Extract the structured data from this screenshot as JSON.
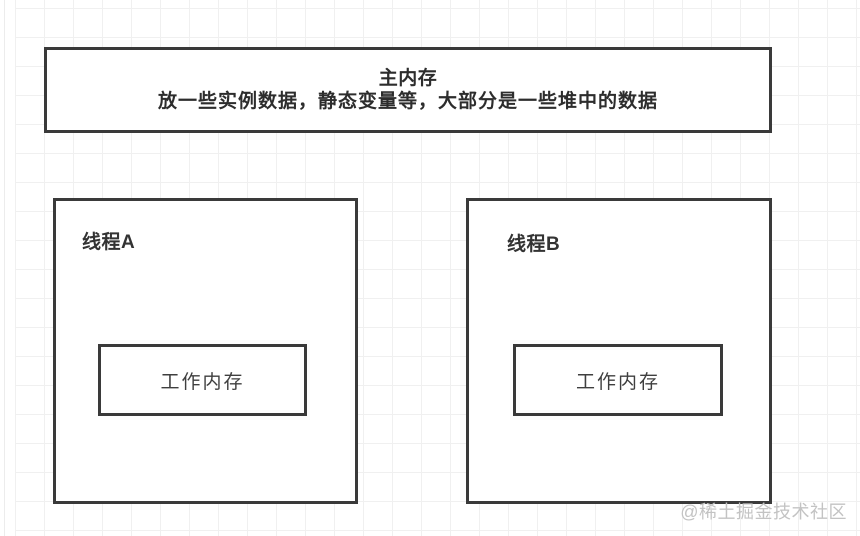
{
  "main_memory": {
    "title": "主内存",
    "subtitle": "放一些实例数据，静态变量等，大部分是一些堆中的数据"
  },
  "thread_a": {
    "label": "线程A",
    "working_memory_label": "工作内存"
  },
  "thread_b": {
    "label": "线程B",
    "working_memory_label": "工作内存"
  },
  "watermark": "@稀土掘金技术社区",
  "colors": {
    "box_border": "#3a3a3a",
    "title_text": "#2d2d2d",
    "body_text": "#3f3f3f",
    "grid_line": "#f0f0f0",
    "canvas_background": "#ffffff",
    "watermark_text": "#c3c3c3"
  }
}
